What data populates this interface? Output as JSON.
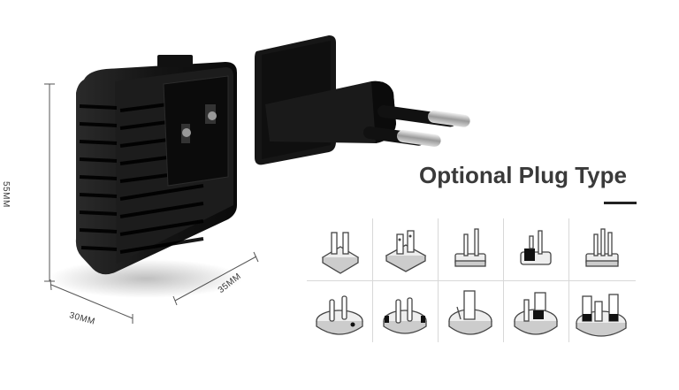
{
  "dimensions": {
    "height": "55MM",
    "width": "30MM",
    "depth": "35MM"
  },
  "section_title": "Optional Plug Type",
  "plug_types": [
    {
      "icon": "us-flat-pin-plug-icon"
    },
    {
      "icon": "us-polarized-flat-pin-plug-icon"
    },
    {
      "icon": "us-slim-flat-pin-plug-icon"
    },
    {
      "icon": "us-plug-with-black-base-icon"
    },
    {
      "icon": "us-three-pin-plug-icon"
    },
    {
      "icon": "eu-round-pin-plug-icon"
    },
    {
      "icon": "eu-schuko-plug-icon"
    },
    {
      "icon": "uk-flat-blade-plug-icon"
    },
    {
      "icon": "au-angled-pin-plug-icon"
    },
    {
      "icon": "uk-three-pin-plug-icon"
    }
  ],
  "colors": {
    "adapter_body": "#111111",
    "title_text": "#3a3a3a",
    "grid_lines": "#d8d8d8"
  }
}
